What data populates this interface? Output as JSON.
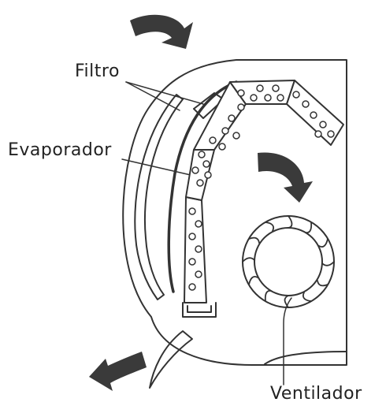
{
  "labels": {
    "filter": "Filtro",
    "evaporator": "Evaporador",
    "fan": "Ventilador"
  },
  "colors": {
    "line": "#333333",
    "arrow": "#3a3a3a",
    "background": "#ffffff"
  }
}
